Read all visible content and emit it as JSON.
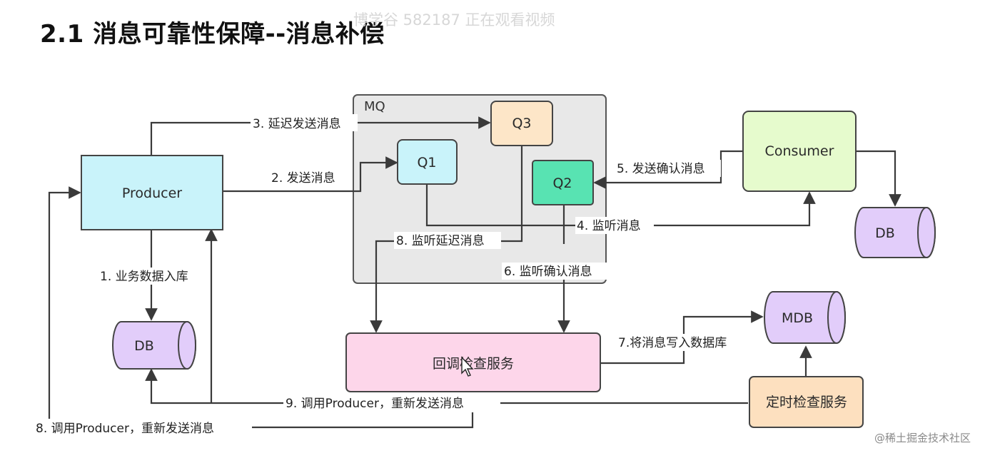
{
  "title": "2.1 消息可靠性保障--消息补偿",
  "watermark": "博学谷 582187 正在观看视频",
  "credit": "@稀土掘金技术社区",
  "mq_label": "MQ",
  "nodes": {
    "producer": "Producer",
    "consumer": "Consumer",
    "q1": "Q1",
    "q2": "Q2",
    "q3": "Q3",
    "db_producer": "DB",
    "db_consumer": "DB",
    "mdb": "MDB",
    "callback_service": "回调检查服务",
    "timer_service": "定时检查服务"
  },
  "edges": {
    "e1": "1. 业务数据入库",
    "e2": "2. 发送消息",
    "e3": "3. 延迟发送消息",
    "e4": "4. 监听消息",
    "e5": "5. 发送确认消息",
    "e6": "6. 监听确认消息",
    "e7": "7.将消息写入数据库",
    "e8a": "8. 监听延迟消息",
    "e8b": "8. 调用Producer，重新发送消息",
    "e9": "9. 调用Producer，重新发送消息"
  },
  "colors": {
    "producer": "#c9f3fa",
    "q1": "#c9f3fa",
    "q3": "#fde6c8",
    "q2": "#58e3b2",
    "consumer": "#e6fbcd",
    "db": "#e2cdfa",
    "callback": "#fdd6ea",
    "timer": "#fde0bf",
    "mq_box": "#e8e8e8",
    "line": "#3a3a3a"
  }
}
